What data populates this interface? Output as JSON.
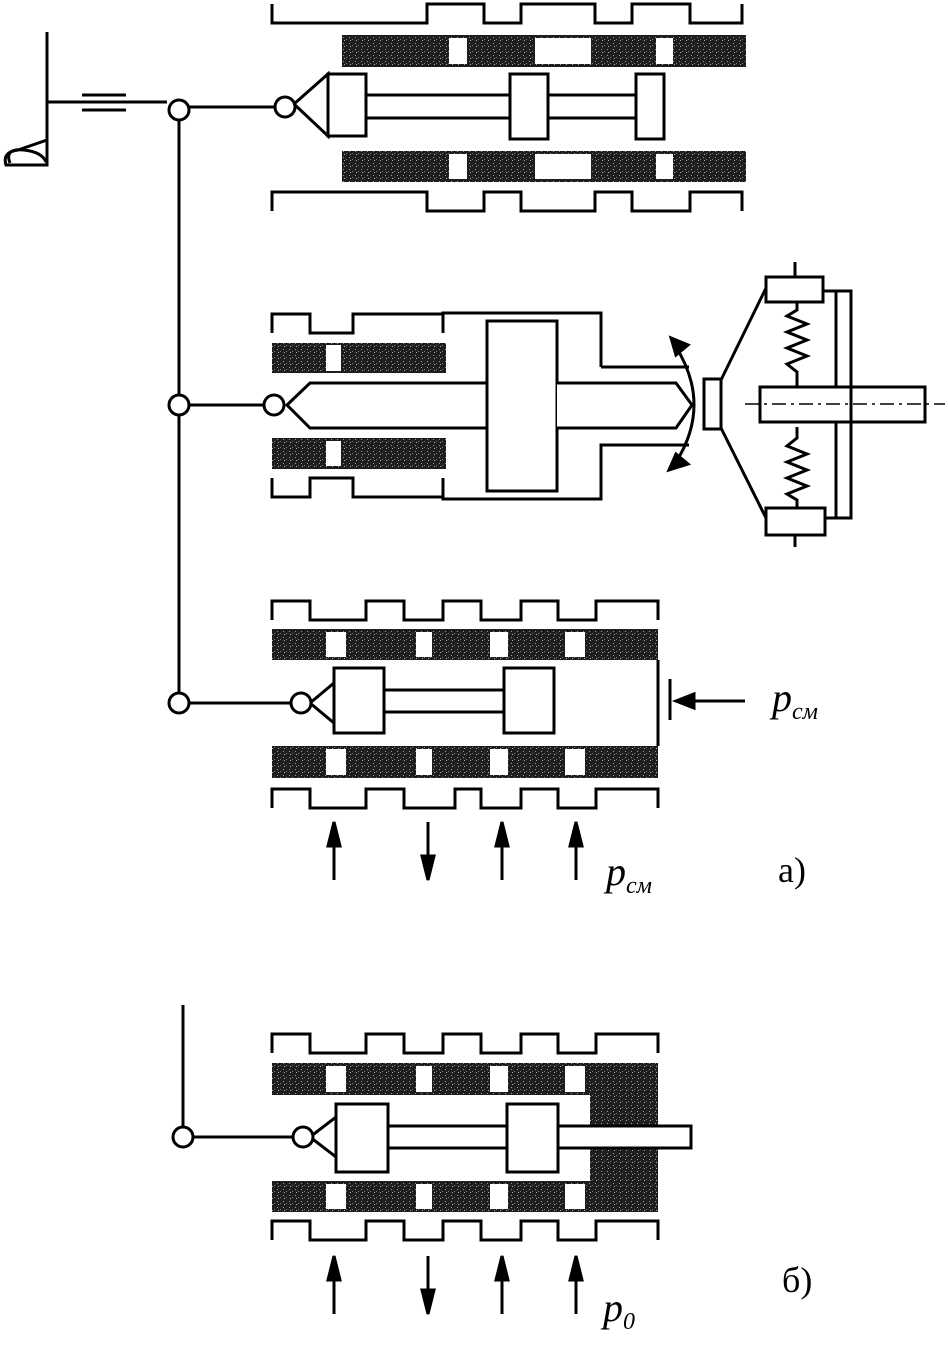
{
  "labels": {
    "p_sm_right_base": "p",
    "p_sm_right_sub": "см",
    "p_sm_bottom_base": "p",
    "p_sm_bottom_sub": "см",
    "fig_a": "а)",
    "p0_base": "p",
    "p0_sub": "0",
    "fig_b": "б)"
  },
  "colors": {
    "ink": "#000000",
    "paper": "#ffffff",
    "hatch": "#2a2a2a"
  }
}
